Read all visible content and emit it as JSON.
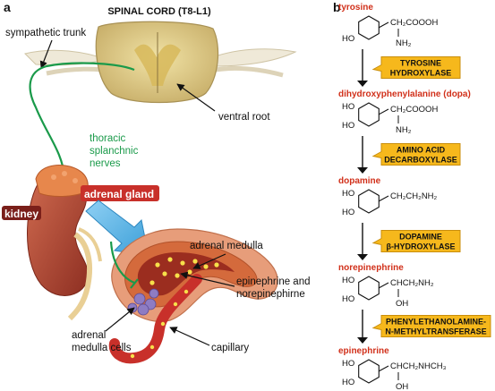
{
  "panel_a": {
    "letter": "a",
    "title": "SPINAL CORD (T8-L1)",
    "sympathetic_trunk": "sympathetic trunk",
    "ventral_root": "ventral root",
    "nerves_line1": "thoracic",
    "nerves_line2": "splanchnic",
    "nerves_line3": "nerves",
    "adrenal_gland": "adrenal gland",
    "kidney": "kidney",
    "adrenal_medulla": "adrenal medulla",
    "epi_line1": "epinephrine and",
    "epi_line2": "norepinephirne",
    "cells_line1": "adrenal",
    "cells_line2": "medulla cells",
    "capillary": "capillary"
  },
  "panel_b": {
    "letter": "b",
    "compounds": [
      {
        "name": "tyrosine",
        "group": "CH₂COOOH",
        "sub": "NH₂"
      },
      {
        "name": "dihydroxyphenylalanine (dopa)",
        "group": "CH₂COOOH",
        "sub": "NH₂"
      },
      {
        "name": "dopamine",
        "group": "CH₂CH₂NH₂",
        "sub": ""
      },
      {
        "name": "norepinephrine",
        "group": "CHCH₂NH₂",
        "sub": "OH"
      },
      {
        "name": "epinephrine",
        "group": "CHCH₂NHCH₃",
        "sub": "OH"
      }
    ],
    "enzymes": [
      {
        "line1": "TYROSINE",
        "line2": "HYDROXYLASE"
      },
      {
        "line1": "AMINO ACID",
        "line2": "DECARBOXYLASE"
      },
      {
        "line1": "DOPAMINE",
        "line2": "β-HYDROXYLASE"
      },
      {
        "line1": "PHENYLETHANOLAMINE-",
        "line2": "N-METHYLTRANSFERASE"
      }
    ],
    "ho_label": "HO"
  },
  "colors": {
    "compound_red": "#d1301a",
    "enzyme_fill": "#f6b81c",
    "nerve_green": "#1a9a4a",
    "adrenal_red": "#c8302a",
    "kidney": "#b5462f",
    "cortex_orange": "#e7874c",
    "arrow_blue": "#5fb3e3"
  }
}
